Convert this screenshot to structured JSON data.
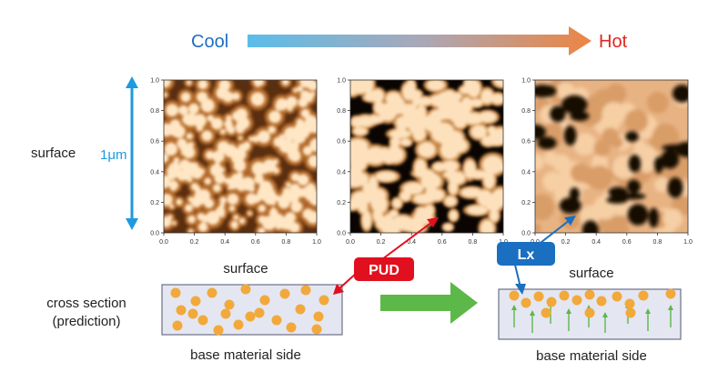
{
  "header": {
    "cool_label": "Cool",
    "hot_label": "Hot",
    "cool_color": "#1e6fc1",
    "hot_color": "#e0281e"
  },
  "left_labels": {
    "surface": "surface",
    "scale": "1μm",
    "cross_section_line1": "cross section",
    "cross_section_line2": "(prediction)"
  },
  "afm_images": {
    "tick_labels": [
      "0.0",
      "0.2",
      "0.4",
      "0.6",
      "0.8",
      "1.0"
    ],
    "panels": [
      {
        "name": "cool",
        "description": "small dispersed particles"
      },
      {
        "name": "medium",
        "description": "coalescing particles"
      },
      {
        "name": "hot",
        "description": "connected film"
      }
    ]
  },
  "cross_sections": {
    "left": {
      "top_label": "surface",
      "bottom_label": "base material side"
    },
    "right": {
      "top_label": "surface",
      "bottom_label": "base material side"
    }
  },
  "badges": {
    "pud": {
      "label": "PUD",
      "color": "#e0101e"
    },
    "lx": {
      "label": "Lx",
      "color": "#1a6fc0"
    }
  },
  "colors": {
    "particle": "#f2a93b",
    "layer_fill": "#e4e6f2",
    "layer_stroke": "#6d7085",
    "scale_arrow": "#1e9ae0",
    "process_arrow": "#5cb848",
    "growth_arrow": "#5cb848"
  }
}
